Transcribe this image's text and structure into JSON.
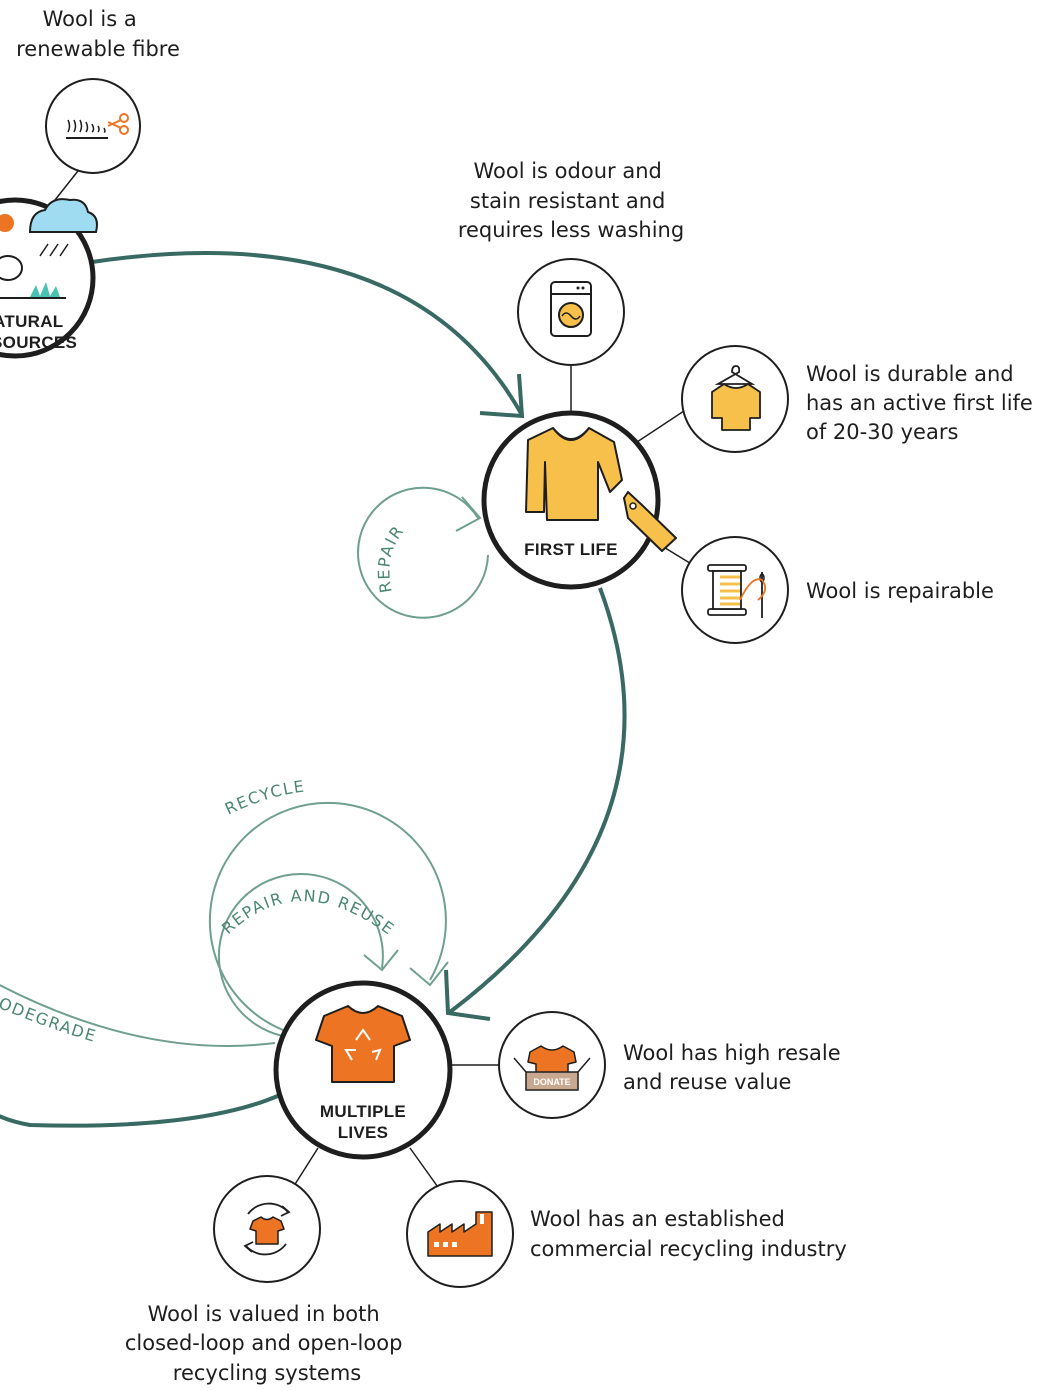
{
  "hubs": {
    "natural_resources": {
      "line1": "NATURAL",
      "line2": "RESOURCES"
    },
    "first_life": {
      "label": "FIRST LIFE"
    },
    "multiple_lives": {
      "line1": "MULTIPLE",
      "line2": "LIVES"
    }
  },
  "flows": {
    "repair": "REPAIR",
    "recycle": "RECYCLE",
    "repair_and_reuse": "REPAIR AND REUSE",
    "biodegrade": "BIODEGRADE"
  },
  "captions": {
    "renewable": [
      "Wool is a",
      "renewable fibre"
    ],
    "odour": [
      "Wool is odour and",
      "stain resistant and",
      "requires less washing"
    ],
    "durable": [
      "Wool is durable and",
      "has an active first life",
      "of 20-30 years"
    ],
    "repairable": [
      "Wool is repairable"
    ],
    "resale": [
      "Wool has high resale",
      "and reuse value"
    ],
    "industry": [
      "Wool has an established",
      "commercial recycling industry"
    ],
    "loops": [
      "Wool is valued in both",
      "closed-loop and open-loop",
      "recycling systems"
    ]
  },
  "icons": {
    "renewable": "sheep-shears-icon",
    "odour": "washing-machine-icon",
    "durable": "sweater-on-hanger-icon",
    "repairable": "thread-spool-needle-icon",
    "resale": "donation-box-icon",
    "industry": "factory-icon",
    "loops": "recycling-tshirt-icon",
    "first_life": "sweater-with-tag-icon",
    "multiple_lives": "recycled-tshirt-icon",
    "natural_resources": "sheep-sun-cloud-icon"
  },
  "donate_label": "DONATE",
  "colors": {
    "flow_dark": "#386a63",
    "flow_light": "#6f9f8f",
    "flow_text": "#4a8772",
    "ring": "#1e1e1e",
    "yellow": "#f6c04a",
    "orange": "#ec7422",
    "teal_grass": "#48c2b3"
  }
}
